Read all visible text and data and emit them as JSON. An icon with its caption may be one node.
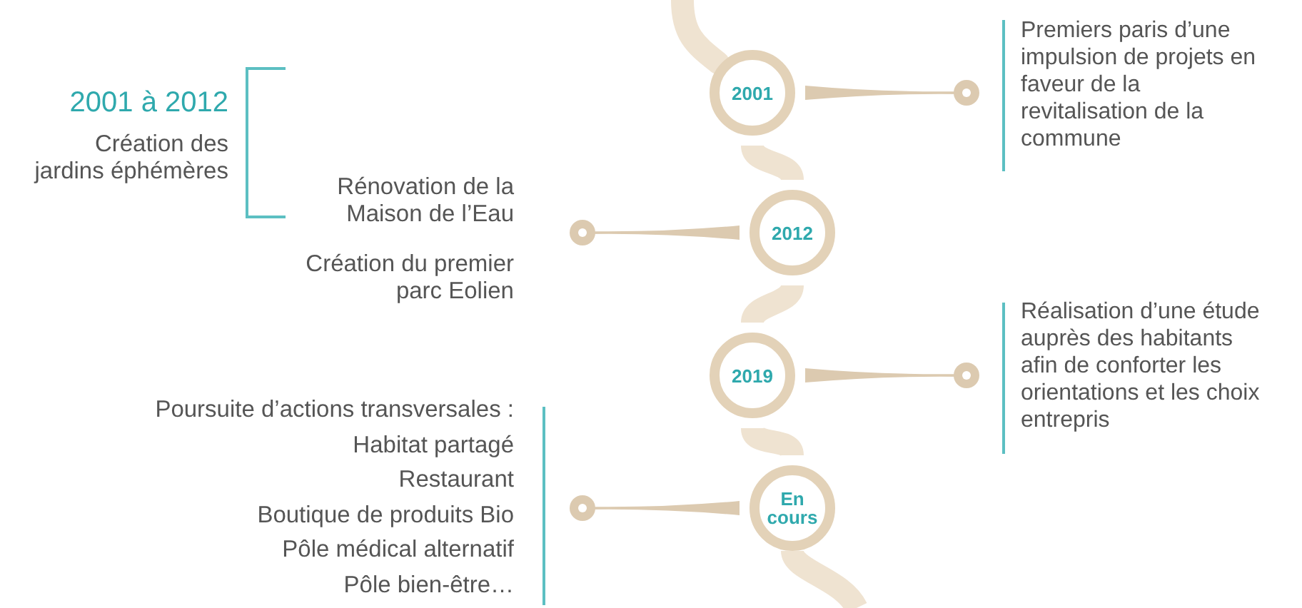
{
  "diagram": {
    "nodes": [
      {
        "text": [
          "2001"
        ]
      },
      {
        "text": [
          "2012"
        ],
        "beside": [
          "Rénovation de la Maison de l’Eau",
          "Création du premier parc Eolien"
        ]
      },
      {
        "text": [
          "2019"
        ]
      },
      {
        "text": [
          "En cours"
        ],
        "beside": [
          "Poursuite d’actions transversales :",
          "Habitat partagé",
          "Restaurant",
          "Boutique de produits Bio",
          "Pôle médical alternatif",
          "Pôle bien-être…"
        ]
      }
    ],
    "edges": [
      {
        "from": 0,
        "to": 1,
        "arrow": "none"
      },
      {
        "from": 1,
        "to": 2,
        "arrow": "none"
      },
      {
        "from": 2,
        "to": 3,
        "arrow": "none"
      }
    ],
    "labels": [
      "Premiers paris d’une impulsion de projets en faveur de la revitalisation de la commune",
      "2001 à 2012",
      "Création des jardins éphémères",
      "Réalisation d’une étude auprès des habitants afin de conforter les orientations et les choix entrepris"
    ]
  }
}
